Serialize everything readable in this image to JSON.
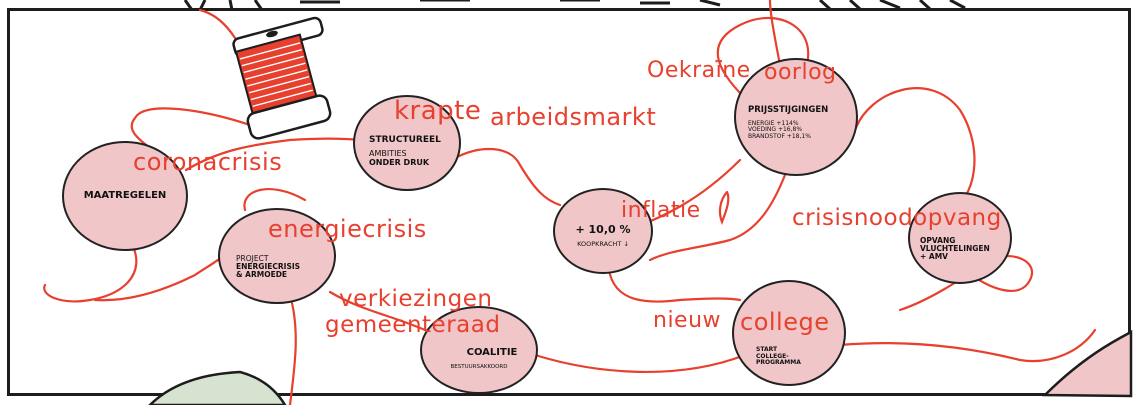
{
  "colors": {
    "accent": "#e8402f",
    "node_fill": "#f0c6c8",
    "ink": "#1d1d1d",
    "leaf_green": "#d5e3d0"
  },
  "icons": {
    "thread_spool": "thread-spool-icon"
  },
  "labels": {
    "coronacrisis": "coronacrisis",
    "krapte": "krapte",
    "arbeidsmarkt": "arbeidsmarkt",
    "oekraine": "Oekraïne",
    "oorlog": "oorlog",
    "inflatie": "inflatie",
    "crisisnoodopvang": "crisisnoodopvang",
    "energiecrisis": "energiecrisis",
    "verkiezingen": "verkiezingen",
    "gemeenteraad": "gemeenteraad",
    "nieuw": "nieuw",
    "college": "college"
  },
  "nodes": {
    "maatregelen": {
      "title": "MAATREGELEN"
    },
    "structureel": {
      "title": "STRUCTUREEL",
      "sub1": "AMBITIES",
      "sub2": "ONDER DRUK"
    },
    "prijsstijgingen": {
      "title": "PRIJSSTIJGINGEN",
      "line1": "ENERGIE +114%",
      "line2": "VOEDING +16,8%",
      "line3": "BRANDSTOF +18,1%"
    },
    "inflatie": {
      "value": "+ 10,0 %",
      "sub": "KOOPKRACHT ↓"
    },
    "opvang": {
      "line1": "OPVANG",
      "line2": "VLUCHTELINGEN",
      "line3": "+ AMV"
    },
    "project": {
      "line1": "PROJECT",
      "line2": "ENERGIECRISIS",
      "line3": "& ARMOEDE"
    },
    "coalitie": {
      "title": "COALITIE",
      "sub": "BESTUURSAKKOORD"
    },
    "start": {
      "line1": "START",
      "line2": "COLLEGE-",
      "line3": "PROGRAMMA"
    }
  }
}
